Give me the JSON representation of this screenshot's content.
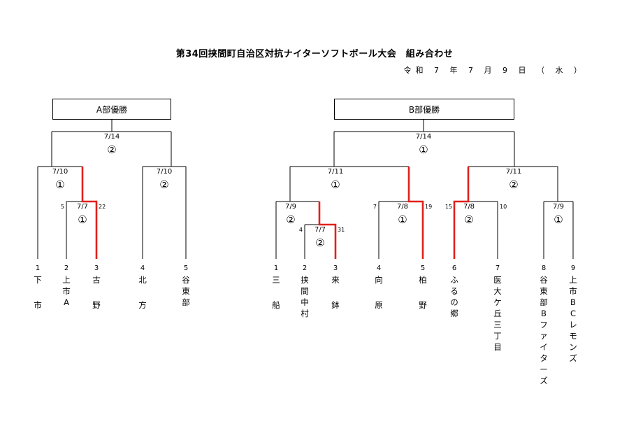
{
  "title": "第34回挟間町自治区対抗ナイターソフトボール大会　組み合わせ",
  "date": "令和 7 年 7 月 9 日 （ 水 ）",
  "accent_color": "#e0201b",
  "championships": [
    {
      "label": "A部優勝",
      "final_date": "7/14",
      "final_court": "②"
    },
    {
      "label": "B部優勝",
      "final_date": "7/14",
      "final_court": "①"
    }
  ],
  "teams": [
    {
      "no": "1",
      "name": "下　市"
    },
    {
      "no": "2",
      "name": "上市A"
    },
    {
      "no": "3",
      "name": "古　野"
    },
    {
      "no": "4",
      "name": "北　方"
    },
    {
      "no": "5",
      "name": "谷東部"
    },
    {
      "no": "1",
      "name": "三　船"
    },
    {
      "no": "2",
      "name": "挟間中村"
    },
    {
      "no": "3",
      "name": "来　鉢"
    },
    {
      "no": "4",
      "name": "向　原"
    },
    {
      "no": "5",
      "name": "柏　野"
    },
    {
      "no": "6",
      "name": "ふるの郷"
    },
    {
      "no": "7",
      "name": "医大ケ丘三丁目"
    },
    {
      "no": "8",
      "name": "谷東部Bファイターズ"
    },
    {
      "no": "9",
      "name": "上市BCレモンズ"
    }
  ],
  "matches": [
    {
      "date": "7/14",
      "court": "②"
    },
    {
      "date": "7/10",
      "court": "①"
    },
    {
      "date": "7/7",
      "court": "①",
      "score_left": "5",
      "score_right": "22"
    },
    {
      "date": "7/10",
      "court": "②"
    },
    {
      "date": "7/14",
      "court": "①"
    },
    {
      "date": "7/11",
      "court": "①"
    },
    {
      "date": "7/9",
      "court": "②"
    },
    {
      "date": "7/7",
      "court": "②",
      "score_left": "4",
      "score_right": "31"
    },
    {
      "date": "7/8",
      "court": "①",
      "score_left": "7",
      "score_right": "19"
    },
    {
      "date": "7/11",
      "court": "②"
    },
    {
      "date": "7/8",
      "court": "②",
      "score_left": "15",
      "score_right": "10"
    },
    {
      "date": "7/9",
      "court": "①"
    }
  ]
}
